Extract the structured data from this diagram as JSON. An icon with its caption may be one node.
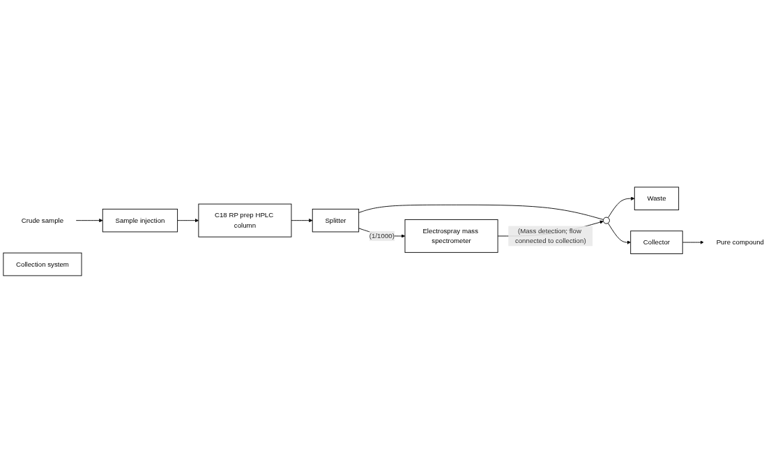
{
  "diagram": {
    "nodes": [
      {
        "text": [
          "Crude sample"
        ]
      },
      {
        "text": [
          "Sample injection"
        ]
      },
      {
        "text": [
          "C18 RP prep HPLC column"
        ]
      },
      {
        "text": [
          "Splitter"
        ]
      },
      {
        "text": [
          "Collection system"
        ]
      },
      {
        "text": [
          "Waste"
        ]
      },
      {
        "text": [],
        "shape": "circle"
      },
      {
        "text": [
          "Collector"
        ]
      },
      {
        "text": [
          "Pure compound"
        ]
      },
      {
        "text": [
          "Electrospray mass spectrometer"
        ]
      }
    ],
    "edges": [
      {
        "from": 0,
        "to": 1,
        "arrow": "to"
      },
      {
        "from": 1,
        "to": 2,
        "arrow": "to"
      },
      {
        "from": 2,
        "to": 3,
        "arrow": "to"
      },
      {
        "from": 3,
        "to": 6,
        "arrow": "none"
      },
      {
        "from": 6,
        "to": 5,
        "arrow": "to"
      },
      {
        "from": 6,
        "to": 7,
        "arrow": "to"
      },
      {
        "from": 7,
        "to": 8,
        "arrow": "to"
      },
      {
        "from": 3,
        "to": 9,
        "arrow": "to",
        "label": "(1/1000)"
      },
      {
        "from": 9,
        "to": 6,
        "arrow": "to",
        "label": "(Mass detection; flow connected to collection)"
      }
    ]
  }
}
